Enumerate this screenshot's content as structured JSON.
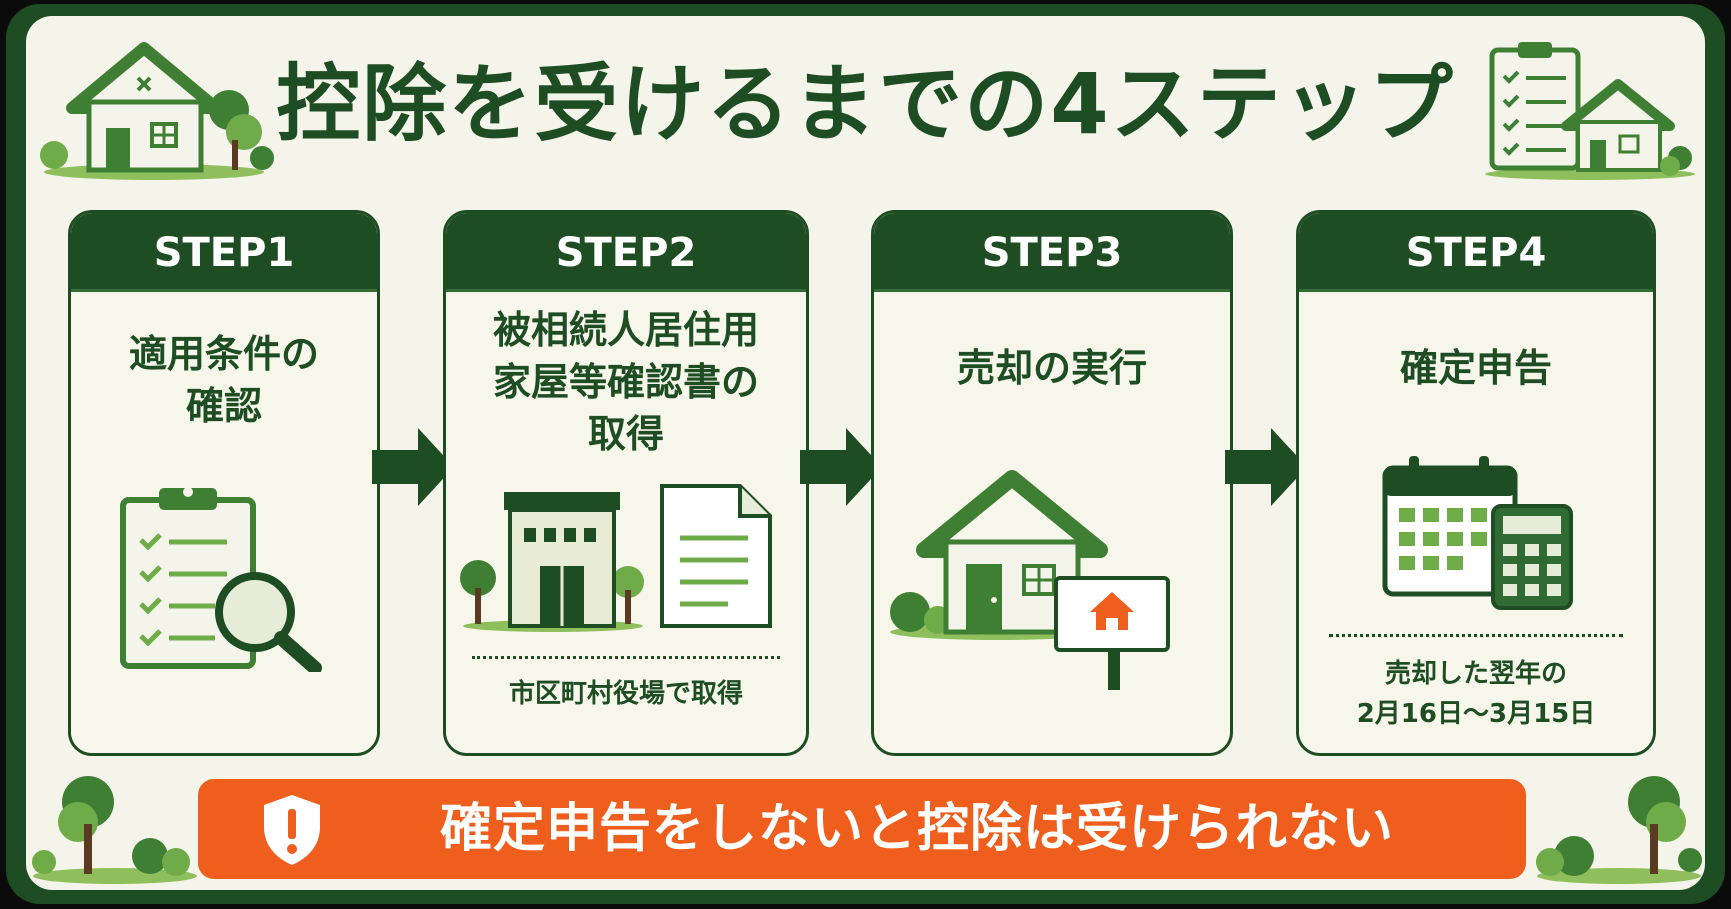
{
  "title": "控除を受けるまでの4ステップ",
  "steps": [
    {
      "label": "STEP1",
      "title_lines": [
        "適用条件の",
        "確認"
      ],
      "note_lines": []
    },
    {
      "label": "STEP2",
      "title_lines": [
        "被相続人居住用",
        "家屋等確認書の",
        "取得"
      ],
      "note_lines": [
        "市区町村役場で取得"
      ]
    },
    {
      "label": "STEP3",
      "title_lines": [
        "売却の実行"
      ],
      "note_lines": []
    },
    {
      "label": "STEP4",
      "title_lines": [
        "確定申告"
      ],
      "note_lines": [
        "売却した翌年の",
        "2月16日〜3月15日"
      ]
    }
  ],
  "warning": {
    "text": "確定申告をしないと控除は受けられない",
    "icon": "shield-exclamation-icon"
  },
  "colors": {
    "dark_green": "#1e4d24",
    "mid_green": "#3f7f34",
    "light_green": "#6fab49",
    "orange": "#ef5e1c",
    "cream": "#f4f4ea"
  }
}
